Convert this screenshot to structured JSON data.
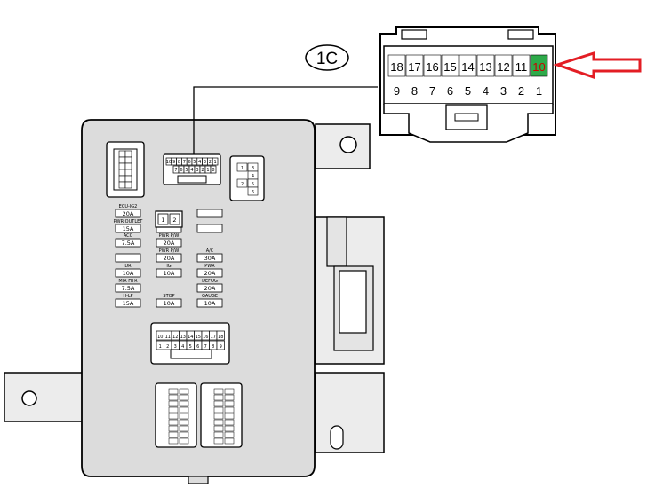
{
  "callout": {
    "label": "1C"
  },
  "connector_1c": {
    "top_row": [
      "18",
      "17",
      "16",
      "15",
      "14",
      "13",
      "12",
      "11",
      "10"
    ],
    "bottom_row": [
      "9",
      "8",
      "7",
      "6",
      "5",
      "4",
      "3",
      "2",
      "1"
    ],
    "highlighted_pin": "10",
    "highlight_color": "#2eaa4a",
    "highlight_text_color": "#cc0000"
  },
  "arrow": {
    "color": "#e31d24",
    "direction": "left",
    "icon": "arrow-left-icon"
  },
  "fuse_box": {
    "body_color": "#dcdcdc",
    "outline_color": "#000000",
    "small_connector_top": [
      "10",
      "9",
      "8",
      "7",
      "6",
      "5",
      "4",
      "3",
      "2",
      "1"
    ],
    "small_connector_bottom": [
      "7",
      "6",
      "5",
      "4",
      "3",
      "2",
      "1",
      "8"
    ],
    "relay_plug_pins": [
      "1",
      "2"
    ],
    "right_plug_pins": [
      "1",
      "3",
      "4",
      "5",
      "2",
      "6"
    ],
    "lower_connector_top": [
      "10",
      "11",
      "12",
      "13",
      "14",
      "15",
      "16",
      "17",
      "18"
    ],
    "lower_connector_bottom": [
      "1",
      "2",
      "3",
      "4",
      "5",
      "6",
      "7",
      "8",
      "9"
    ],
    "fuses_left": [
      {
        "name": "ECU-IG2",
        "rating": "20A"
      },
      {
        "name": "PWR OUTLET",
        "rating": "15A"
      },
      {
        "name": "ACC",
        "rating": "7.5A"
      },
      {
        "name": "",
        "rating": ""
      },
      {
        "name": "DR",
        "rating": "10A"
      },
      {
        "name": "MIR HTR",
        "rating": "7.5A"
      },
      {
        "name": "H-LP",
        "rating": "15A"
      }
    ],
    "fuses_mid": [
      {
        "name": "",
        "rating": ""
      },
      {
        "name": "PWR P/W",
        "rating": "20A"
      },
      {
        "name": "PWR P/W",
        "rating": "20A"
      },
      {
        "name": "IG",
        "rating": "10A"
      },
      {
        "name": "STOP",
        "rating": "10A"
      }
    ],
    "fuses_right": [
      {
        "name": "",
        "rating": ""
      },
      {
        "name": "",
        "rating": ""
      },
      {
        "name": "A/C",
        "rating": "30A"
      },
      {
        "name": "PWR",
        "rating": "20A"
      },
      {
        "name": "DEFOG",
        "rating": "20A"
      },
      {
        "name": "GAUGE",
        "rating": "10A"
      }
    ]
  }
}
